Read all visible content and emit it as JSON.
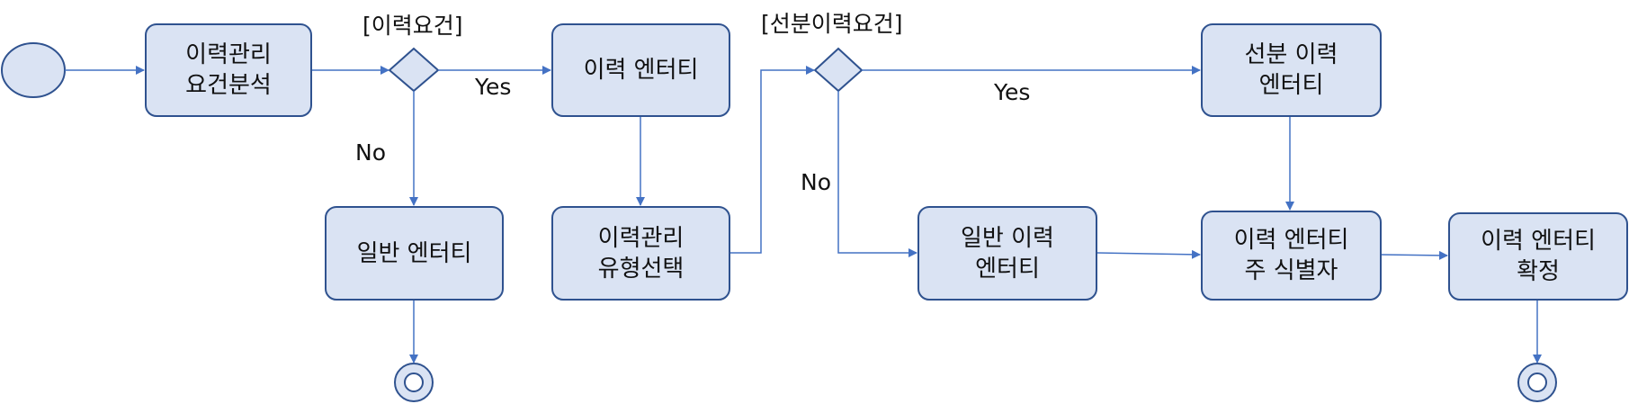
{
  "diagram": {
    "decisions": {
      "d1_label": "[이력요건]",
      "d2_label": "[선분이력요건]"
    },
    "nodes": {
      "n1": "이력관리\n요건분석",
      "n2": "이력 엔터티",
      "n3": "일반 엔터티",
      "n4": "이력관리\n유형선택",
      "n5": "선분 이력\n엔터티",
      "n6": "일반 이력\n엔터티",
      "n7": "이력 엔터티\n주 식별자",
      "n8": "이력 엔터티\n확정"
    },
    "edge_labels": {
      "d1_yes": "Yes",
      "d1_no": "No",
      "d2_yes": "Yes",
      "d2_no": "No"
    }
  },
  "colors": {
    "node_fill": "#dae3f3",
    "node_border": "#2f528f",
    "arrow": "#4472c4"
  }
}
